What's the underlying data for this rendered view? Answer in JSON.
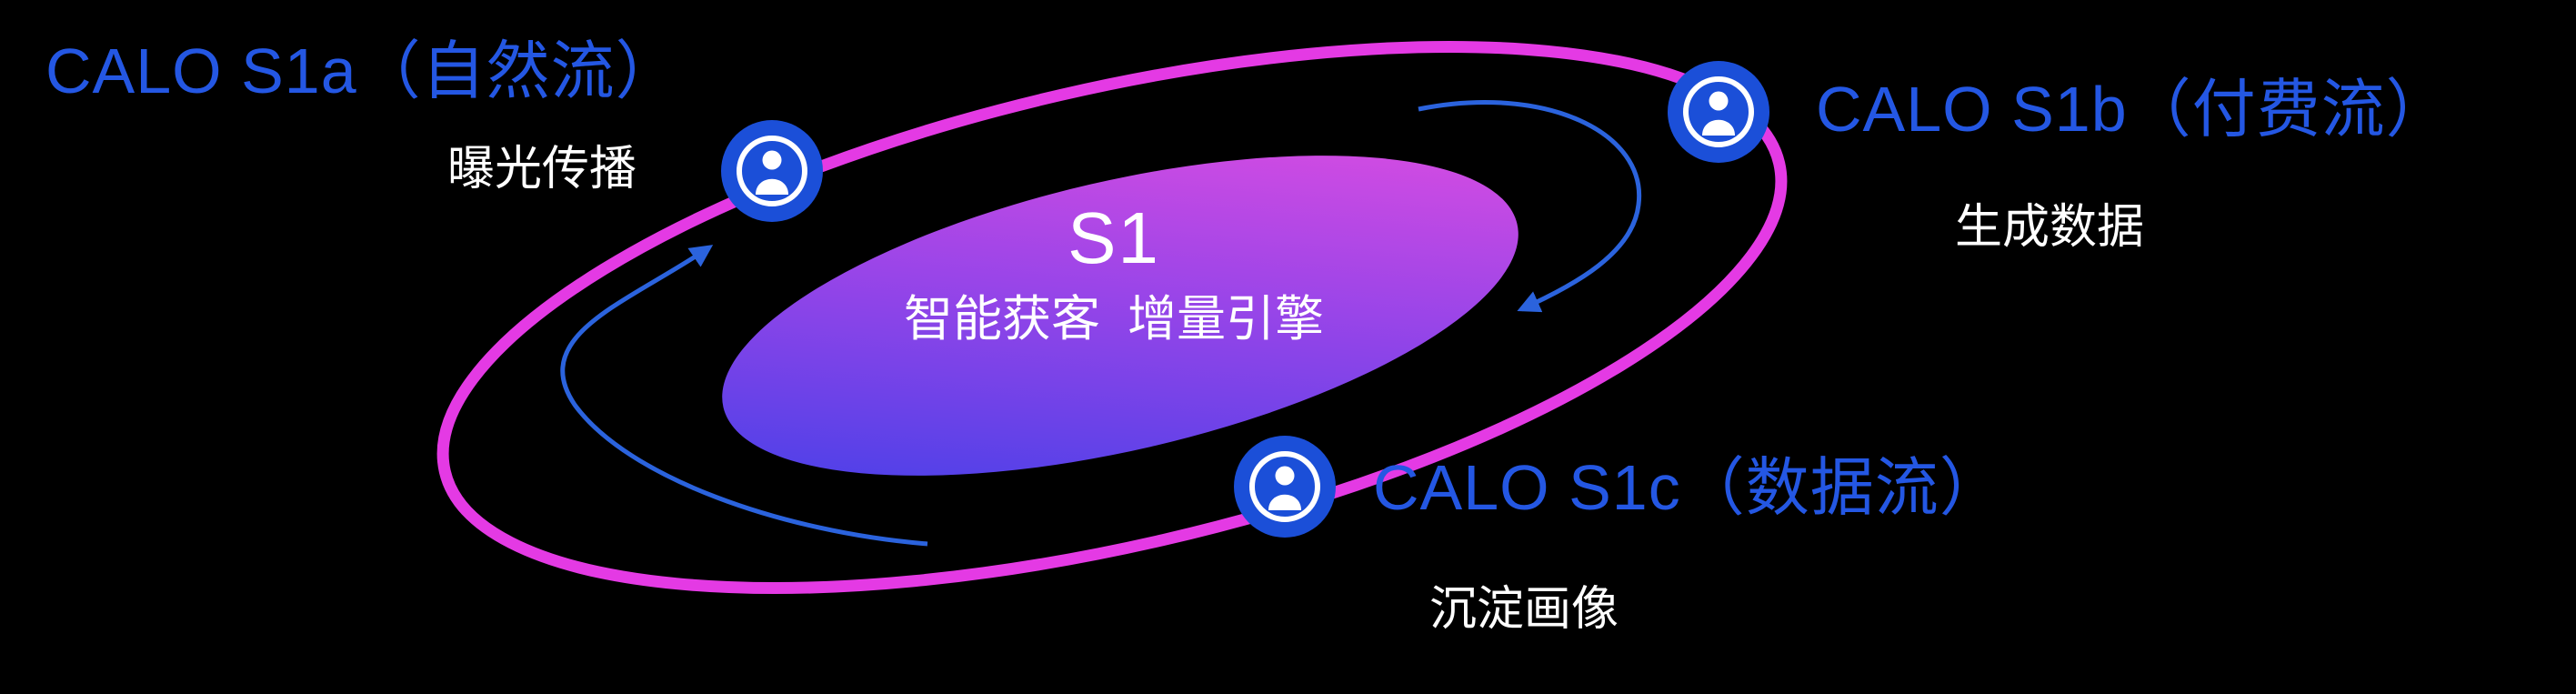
{
  "diagram": {
    "center": {
      "title": "S1",
      "subtitle": "智能获客  增量引擎"
    },
    "nodes": [
      {
        "id": "s1a",
        "label": "CALO S1a（自然流）",
        "sublabel": "曝光传播",
        "icon": "user-badge-icon"
      },
      {
        "id": "s1b",
        "label": "CALO S1b（付费流）",
        "sublabel": "生成数据",
        "icon": "user-badge-icon"
      },
      {
        "id": "s1c",
        "label": "CALO S1c（数据流）",
        "sublabel": "沉淀画像",
        "icon": "user-badge-icon"
      }
    ],
    "colors": {
      "background": "#000000",
      "orbit_ring_magenta": "#e43ae4",
      "label_blue": "#2457e3",
      "icon_blue": "#1b4fd8",
      "arrow_blue": "#2b63dd",
      "core_gradient_start": "#3a3fe8",
      "core_gradient_end": "#e74ee0",
      "text_white": "#ffffff"
    }
  }
}
